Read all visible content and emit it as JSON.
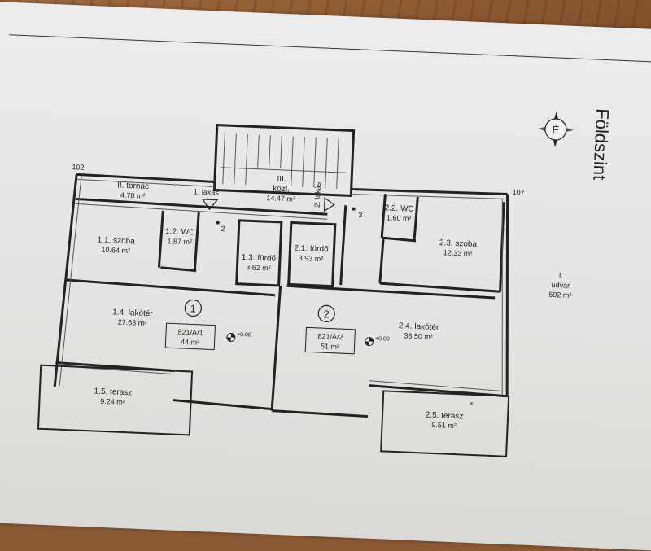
{
  "title": "Földszint",
  "corner_labels": {
    "left": "102",
    "right": "107"
  },
  "rooms": [
    {
      "id": "tornac",
      "name": "II. tornác",
      "area": "4.78 m²"
    },
    {
      "id": "kozl",
      "name": "III.",
      "name2": "közl.",
      "area": "14.47 m²"
    },
    {
      "id": "szoba11",
      "name": "1.1. szoba",
      "area": "10.64 m²"
    },
    {
      "id": "wc12",
      "name": "1.2. WC",
      "area": "1.87 m²"
    },
    {
      "id": "furdo13",
      "name": "1.3. fürdő",
      "area": "3.62 m²"
    },
    {
      "id": "furdo21",
      "name": "2.1. fürdő",
      "area": "3.93 m²"
    },
    {
      "id": "wc22",
      "name": "2.2. WC",
      "area": "1.60 m²"
    },
    {
      "id": "szoba23",
      "name": "2.3. szoba",
      "area": "12.33 m²"
    },
    {
      "id": "lakoter14",
      "name": "1.4. lakótér",
      "area": "27.63 m²"
    },
    {
      "id": "lakoter24",
      "name": "2.4. lakótér",
      "area": "33.50 m²"
    },
    {
      "id": "terasz15",
      "name": "1.5. terasz",
      "area": "9.24 m²"
    },
    {
      "id": "terasz25",
      "name": "2.5. terasz",
      "area": "9.51 m²"
    },
    {
      "id": "udvar",
      "name": "I.",
      "name2": "udvar",
      "area": "592 m²"
    }
  ],
  "entrances": {
    "first": "1. lakás",
    "second": "2. lakás"
  },
  "markers": {
    "m2": "2",
    "m3": "3"
  },
  "units": [
    {
      "number": "1",
      "code": "821/A/1",
      "area": "44 m²",
      "level": "+0.00"
    },
    {
      "number": "2",
      "code": "821/A/2",
      "area": "51 m²",
      "level": "+0.00"
    }
  ],
  "compass": {
    "label": "É"
  }
}
